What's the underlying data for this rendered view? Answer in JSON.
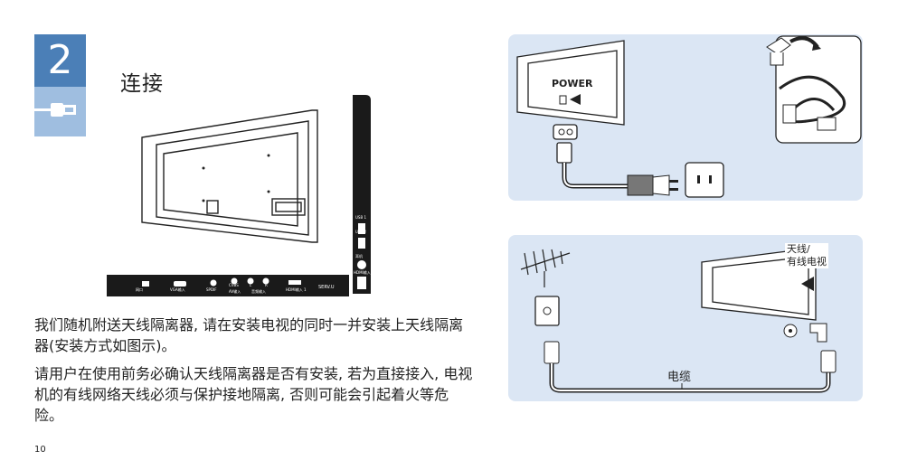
{
  "step": {
    "number": "2",
    "title": "连接"
  },
  "paragraphs": [
    "我们随机附送天线隔离器, 请在安装电视的同时一并安装上天线隔离器(安装方式如图示)。",
    "请用户在使用前务必确认天线隔离器是否有安装, 若为直接接入, 电视机的有线网络天线必须与保护接地隔离, 否则可能会引起着火等危险。"
  ],
  "page_number": "10",
  "tv_ports": {
    "bottom": [
      "网口",
      "VGA输入",
      "SPDIF",
      "CVBS",
      "L",
      "R",
      "AV输入",
      "音频输入",
      "HDMI输入 1",
      "SERV.U"
    ],
    "side": [
      "USB 1",
      "USB 2",
      "耳机",
      "HDMI输入 2"
    ]
  },
  "power_panel": {
    "label": "POWER"
  },
  "antenna_panel": {
    "tv_label_line1": "天线/",
    "tv_label_line2": "有线电视",
    "cable_label": "电缆"
  }
}
